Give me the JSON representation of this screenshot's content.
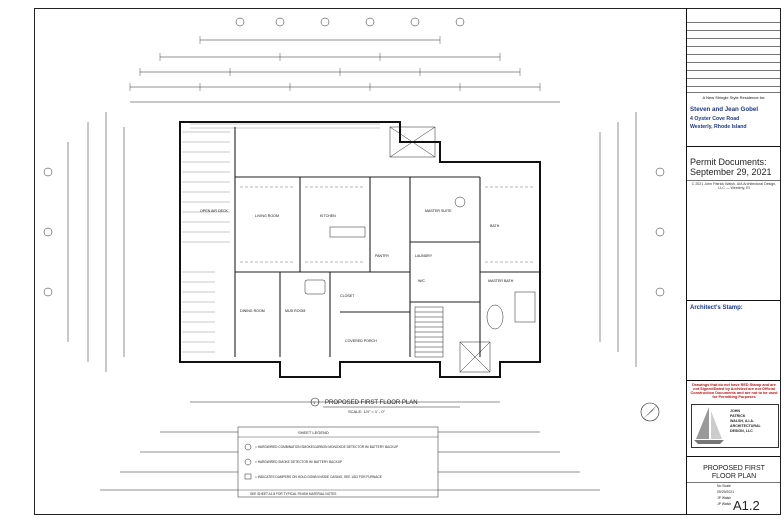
{
  "sheet": {
    "project_subtitle": "A New Shingle Style Residence for:",
    "client": "Steven and Jean Gobel",
    "address_line1": "4 Oyster Cove Road",
    "address_line2": "Westerly, Rhode Island",
    "permit_line1": "Permit Documents:",
    "permit_line2": "September 29, 2021",
    "copyright": "C 2021 John Patrick Walsh, AIA Architectural Design, LLC — Westerly, RI",
    "stamp_label": "Architect's Stamp:",
    "warning": "Drawings that do not have RED Stamp and are not Signed/Dated by Architect are not Official Construction Documents and are not to be used for Permitting Purposes",
    "firm_line1": "JOHN",
    "firm_line2": "PATRICK",
    "firm_line3": "WALSH, A.I.A.",
    "firm_line4": "ARCHITECTURAL",
    "firm_line5": "DESIGN, LLC",
    "sheet_title_line1": "PROPOSED FIRST",
    "sheet_title_line2": "FLOOR PLAN",
    "meta_row1": "No Scale",
    "meta_row2": "09/29/2021",
    "meta_row3": "JP Walsh",
    "meta_row4": "JP Walsh",
    "sheet_number": "A1.2"
  },
  "plan": {
    "title_number": "1",
    "title": "PROPOSED FIRST FLOOR PLAN",
    "scale": "SCALE: 1/4\" = 1' - 0\"",
    "legend_title": "SHEET LEGEND",
    "legend_items": [
      "= HARDWIRED COMBINATION SMOKE/CARBON MONOXIDE DETECTOR W/ BATTERY BACKUP",
      "= HARDWIRED SMOKE DETECTOR W/ BATTERY BACKUP",
      "= INDICATES DAMPERS ON HOLD DOWN INSIDE CASING, SEE 1/D3 FOR FURNACE"
    ],
    "legend_footer": "SEE SHEET A1.8 FOR TYPICAL FINISH MATERIAL NOTES",
    "rooms": [
      "OPEN AIR DECK",
      "DINING ROOM",
      "LIVING ROOM",
      "KITCHEN",
      "MASTER SUITE",
      "MASTER BATH",
      "PANTRY",
      "MUD ROOM",
      "COVERED PORCH",
      "W/C",
      "CLOSET",
      "LAUNDRY",
      "BATH"
    ]
  }
}
